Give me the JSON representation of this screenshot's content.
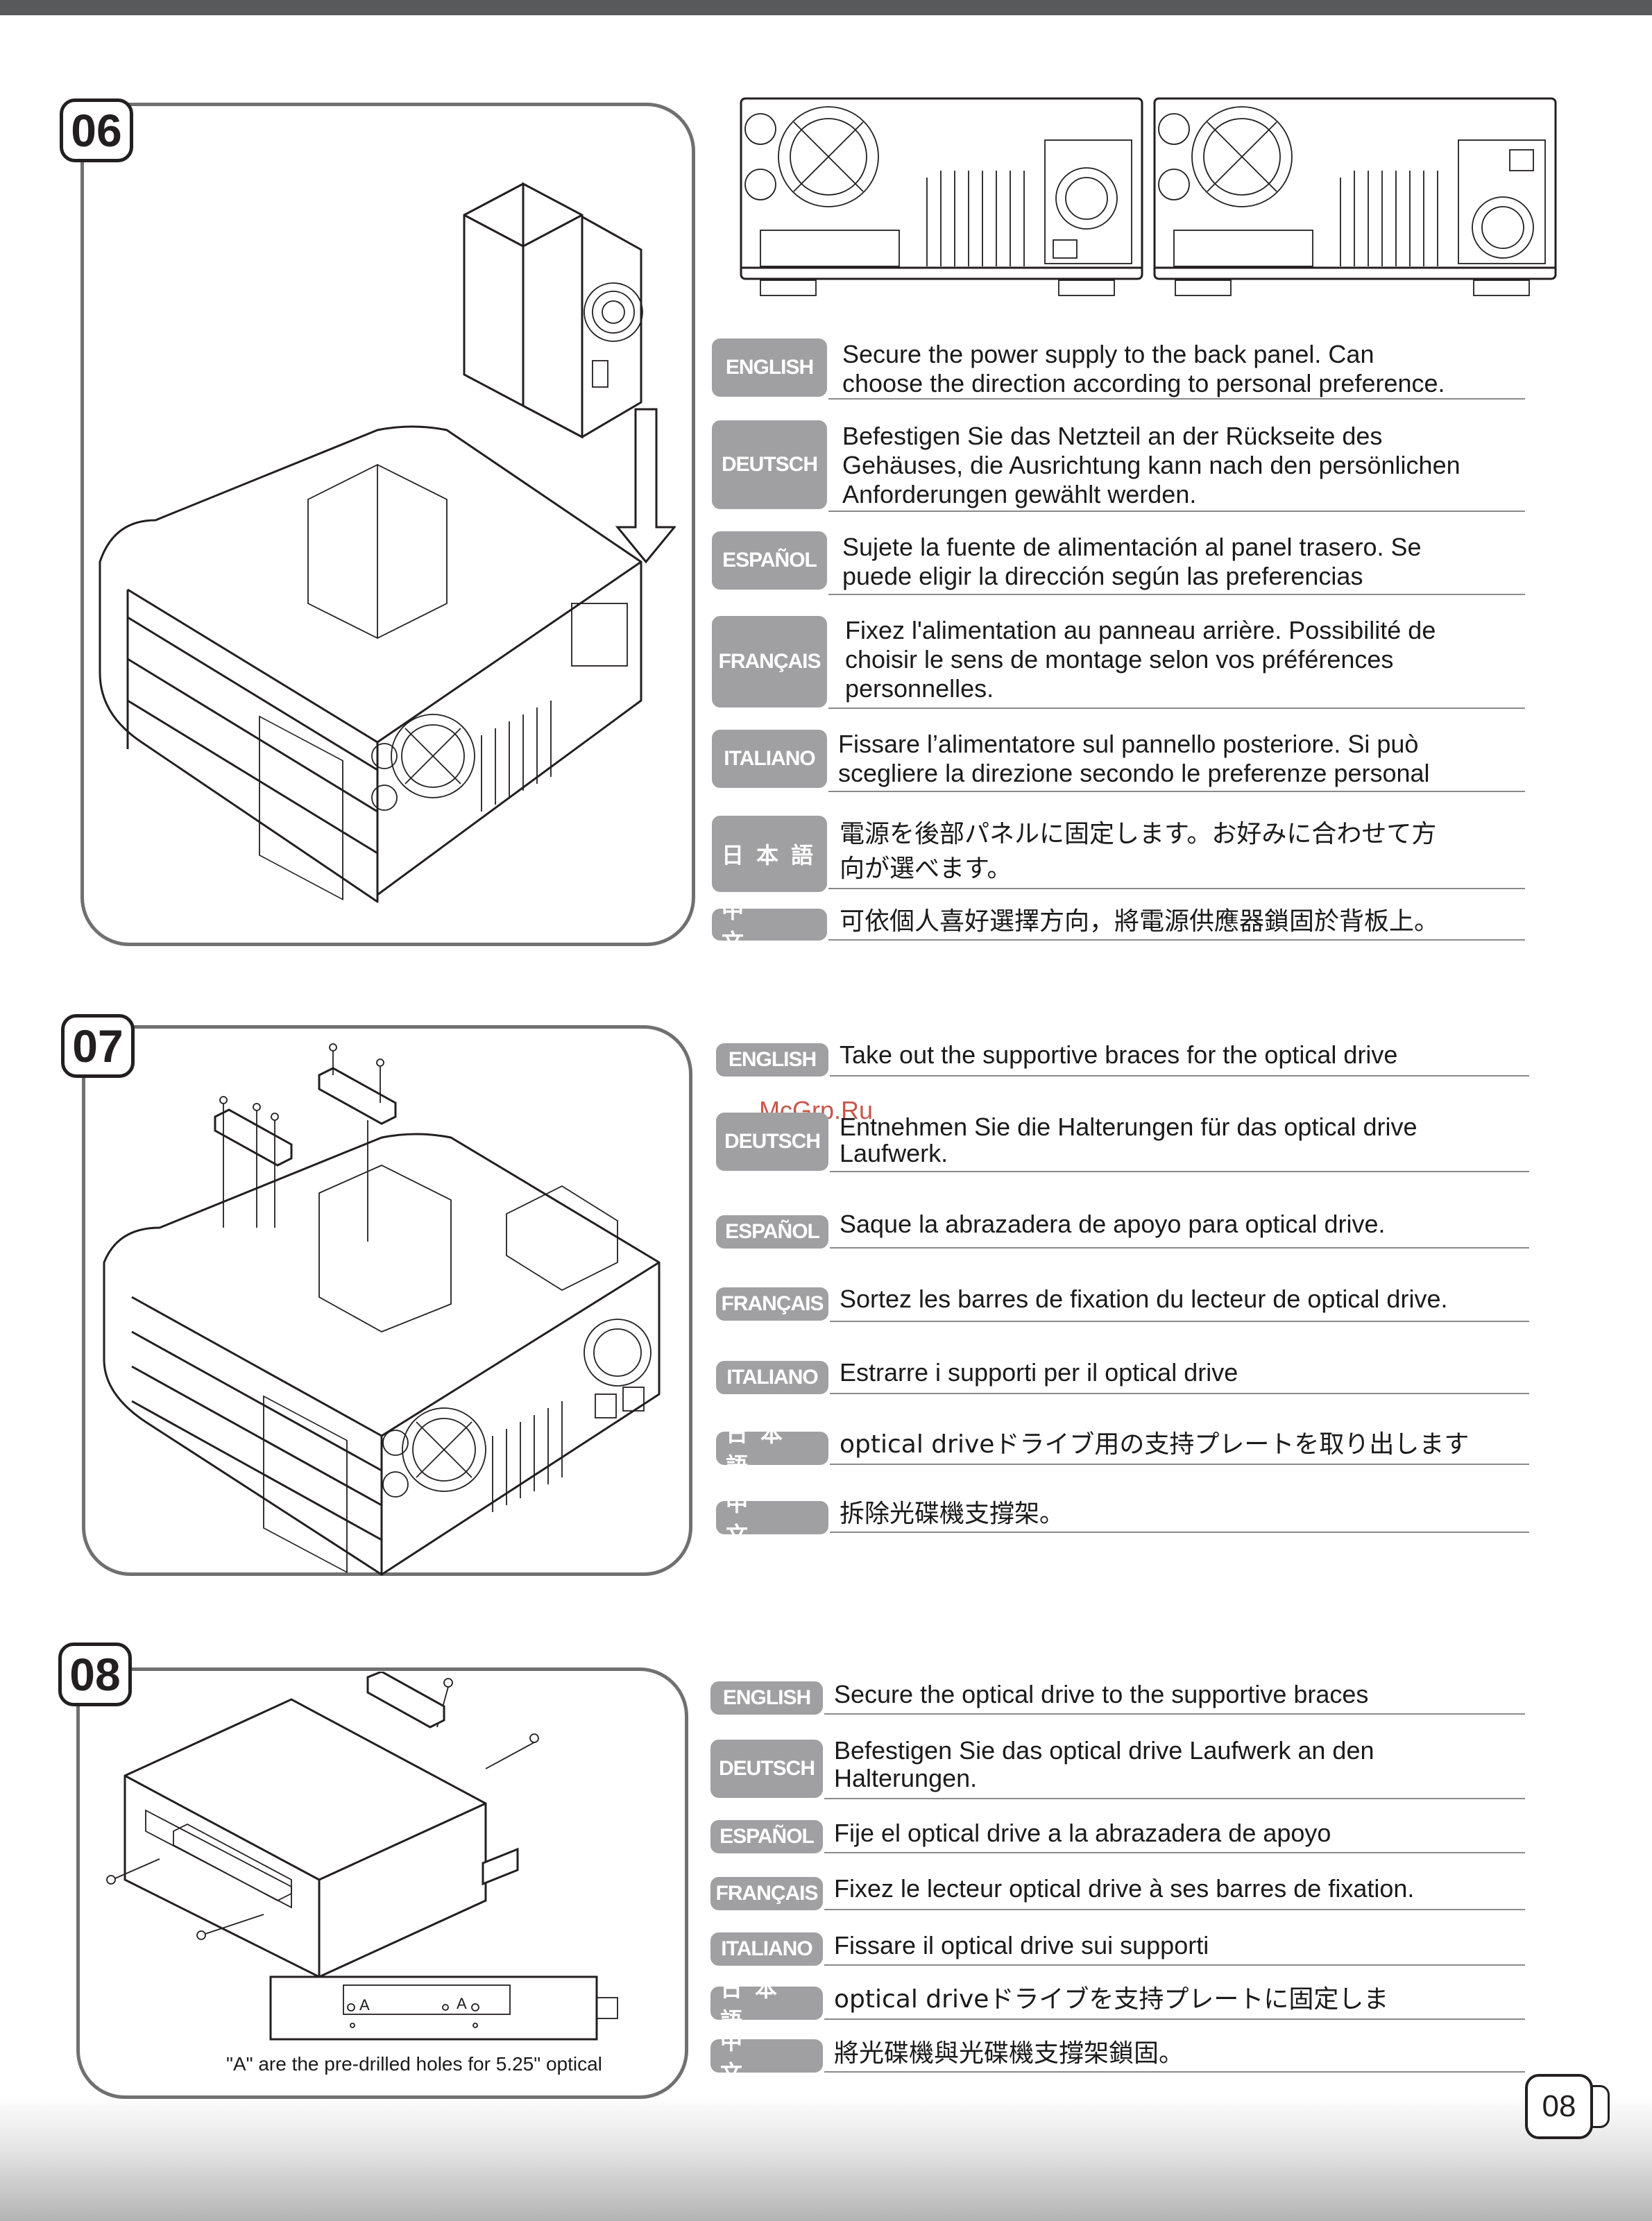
{
  "page_number": "08",
  "watermark": "McGrp.Ru",
  "steps": [
    {
      "number": "06",
      "instructions": [
        {
          "lang": "ENGLISH",
          "text": "Secure the power supply to the back panel.  Can\nchoose the direction according to personal preference."
        },
        {
          "lang": "DEUTSCH",
          "text": "Befestigen Sie das Netzteil an der Rückseite des\nGehäuses, die Ausrichtung kann nach den persönlichen\nAnforderungen gewählt werden."
        },
        {
          "lang": "ESPAÑOL",
          "text": "Sujete la fuente de alimentación al panel trasero.  Se\npuede eligir la dirección según las preferencias"
        },
        {
          "lang": "FRANÇAIS",
          "text": "Fixez l'alimentation au panneau arrière.  Possibilité de\nchoisir le sens de montage selon vos préférences\npersonnelles."
        },
        {
          "lang": "ITALIANO",
          "text": "Fissare l’alimentatore sul pannello posteriore.  Si può\nscegliere la direzione secondo le preferenze personal"
        },
        {
          "lang": "日本語",
          "text": "電源を後部パネルに固定します。お好みに合わせて方\n向が選べます。"
        },
        {
          "lang": "中文",
          "text": "可依個人喜好選擇方向，將電源供應器鎖固於背板上。"
        }
      ]
    },
    {
      "number": "07",
      "instructions": [
        {
          "lang": "ENGLISH",
          "text": "Take out the supportive braces for the optical drive"
        },
        {
          "lang": "DEUTSCH",
          "text": "Entnehmen Sie die Halterungen für das optical drive\nLaufwerk."
        },
        {
          "lang": "ESPAÑOL",
          "text": "Saque la abrazadera de apoyo para optical drive."
        },
        {
          "lang": "FRANÇAIS",
          "text": "Sortez les barres de fixation du lecteur de optical drive."
        },
        {
          "lang": "ITALIANO",
          "text": "Estrarre i supporti per il optical drive"
        },
        {
          "lang": "日本語",
          "text": "optical driveドライブ用の支持プレートを取り出します"
        },
        {
          "lang": "中文",
          "text": "拆除光碟機支撐架。"
        }
      ]
    },
    {
      "number": "08",
      "caption": "\"A\" are the pre-drilled holes for 5.25\" optical",
      "instructions": [
        {
          "lang": "ENGLISH",
          "text": "Secure the optical drive to the supportive braces"
        },
        {
          "lang": "DEUTSCH",
          "text": "Befestigen Sie das optical drive Laufwerk an den\nHalterungen."
        },
        {
          "lang": "ESPAÑOL",
          "text": "Fije el optical drive a la abrazadera de apoyo"
        },
        {
          "lang": "FRANÇAIS",
          "text": "Fixez le lecteur optical drive à ses barres de fixation."
        },
        {
          "lang": "ITALIANO",
          "text": "Fissare il optical drive sui supporti"
        },
        {
          "lang": "日本語",
          "text": "optical driveドライブを支持プレートに固定しま"
        },
        {
          "lang": "中文",
          "text": "將光碟機與光碟機支撐架鎖固。"
        }
      ]
    }
  ],
  "hole_label": "A"
}
